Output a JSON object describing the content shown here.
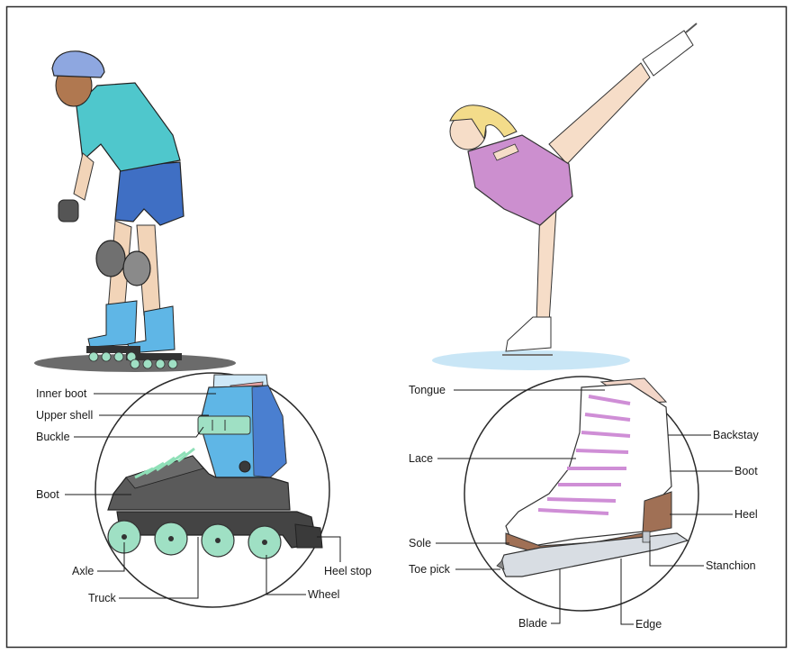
{
  "colors": {
    "frame": "#2b2b2b",
    "skin": "#f2d4b8",
    "shirt": "#4fc7cc",
    "shorts": "#3f6fc4",
    "helmet": "#8ea7e0",
    "inline_boot": "#5a5a5a",
    "inline_accent": "#5fb6e6",
    "wheel": "#9fe0c4",
    "dress": "#cc8fcf",
    "hair": "#f3dc8a",
    "skate_white": "#ffffff",
    "heel_brown": "#a07055",
    "blade": "#d8dde3",
    "ice": "#bfe2f5",
    "lace_pink": "#cf8ed6",
    "lace_green": "#8fe0b8"
  },
  "inline_skate": {
    "labels": {
      "inner_boot": "Inner boot",
      "upper_shell": "Upper shell",
      "buckle": "Buckle",
      "boot": "Boot",
      "axle": "Axle",
      "truck": "Truck",
      "wheel": "Wheel",
      "heel_stop": "Heel stop"
    }
  },
  "figure_skate": {
    "labels": {
      "tongue": "Tongue",
      "lace": "Lace",
      "sole": "Sole",
      "toe_pick": "Toe pick",
      "blade": "Blade",
      "edge": "Edge",
      "backstay": "Backstay",
      "boot": "Boot",
      "heel": "Heel",
      "stanchion": "Stanchion"
    }
  }
}
